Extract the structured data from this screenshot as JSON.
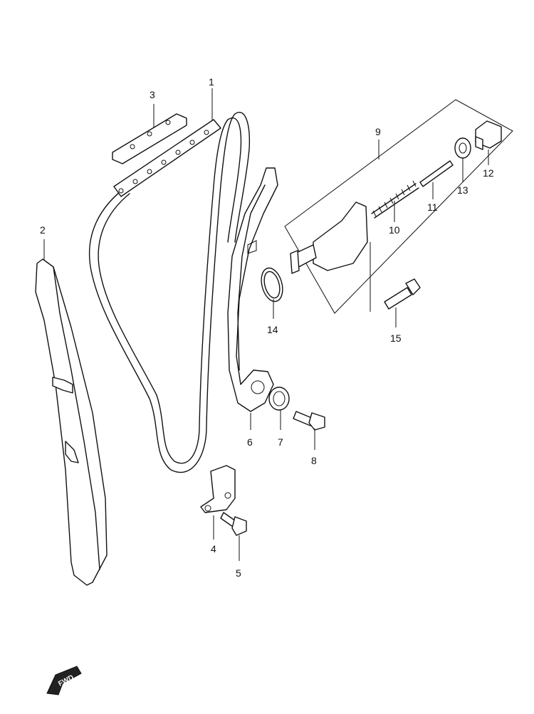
{
  "diagram": {
    "callouts": [
      {
        "id": "1",
        "text": "1"
      },
      {
        "id": "2",
        "text": "2"
      },
      {
        "id": "3",
        "text": "3"
      },
      {
        "id": "4",
        "text": "4"
      },
      {
        "id": "5",
        "text": "5"
      },
      {
        "id": "6",
        "text": "6"
      },
      {
        "id": "7",
        "text": "7"
      },
      {
        "id": "8",
        "text": "8"
      },
      {
        "id": "9",
        "text": "9"
      },
      {
        "id": "10",
        "text": "10"
      },
      {
        "id": "11",
        "text": "11"
      },
      {
        "id": "12",
        "text": "12"
      },
      {
        "id": "13",
        "text": "13"
      },
      {
        "id": "14",
        "text": "14"
      },
      {
        "id": "15",
        "text": "15"
      }
    ],
    "fwd_label": "FWD"
  }
}
